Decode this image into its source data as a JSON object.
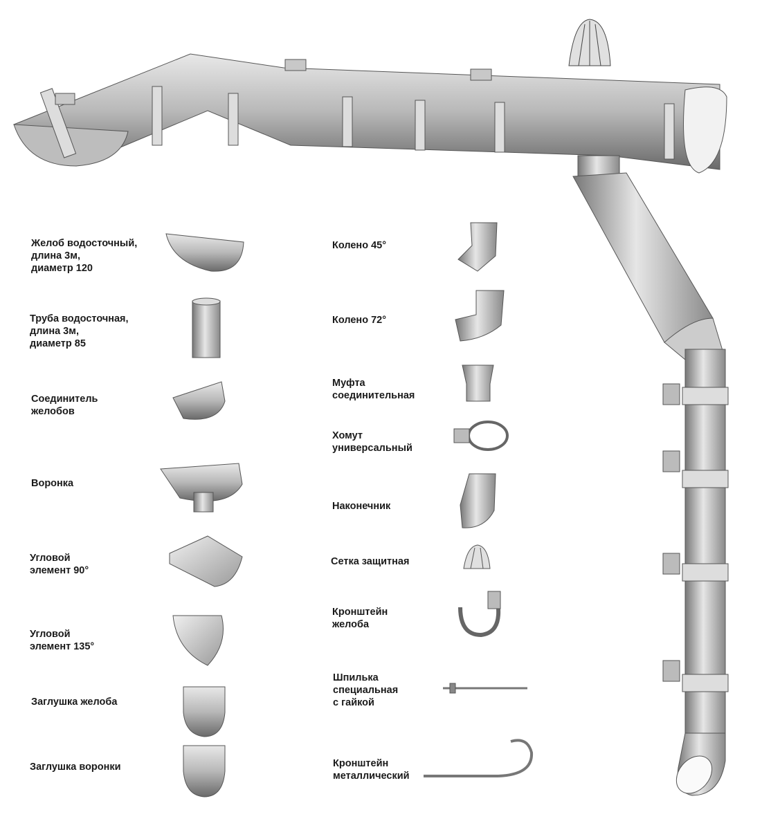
{
  "left_parts": [
    {
      "label": "Желоб водосточный,\nдлина 3м,\nдиаметр 120"
    },
    {
      "label": "Труба водосточная,\nдлина 3м,\nдиаметр 85"
    },
    {
      "label": "Соединитель\nжелобов"
    },
    {
      "label": "Воронка"
    },
    {
      "label": "Угловой\nэлемент 90°"
    },
    {
      "label": "Угловой\nэлемент 135°"
    },
    {
      "label": "Заглушка желоба"
    },
    {
      "label": "Заглушка воронки"
    }
  ],
  "right_parts": [
    {
      "label": "Колено 45°"
    },
    {
      "label": "Колено 72°"
    },
    {
      "label": "Муфта\nсоединительная"
    },
    {
      "label": "Хомут\nуниверсальный"
    },
    {
      "label": "Наконечник"
    },
    {
      "label": "Сетка защитная"
    },
    {
      "label": "Кронштейн\nжелоба"
    },
    {
      "label": "Шпилька\nспециальная\nс гайкой"
    },
    {
      "label": "Кронштейн\nметаллический"
    }
  ]
}
